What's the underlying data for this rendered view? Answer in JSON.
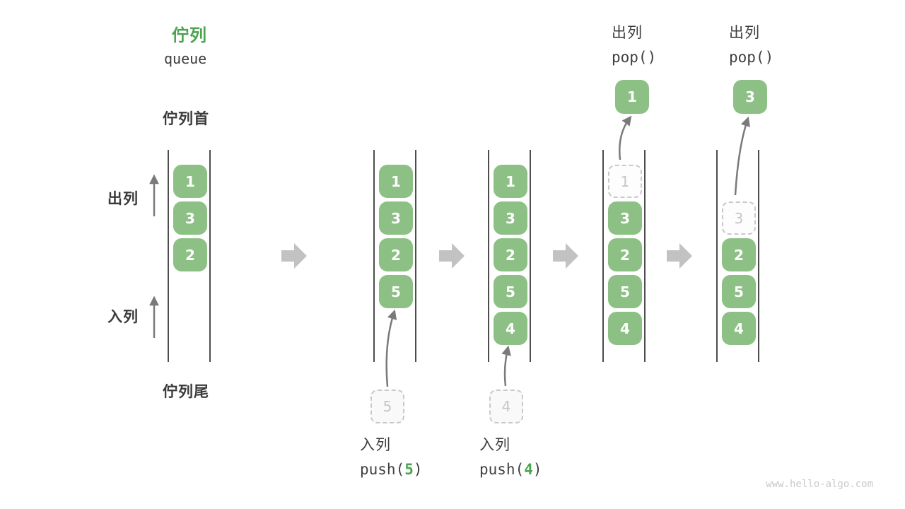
{
  "title": {
    "zh": "佇列",
    "en": "queue"
  },
  "labels": {
    "front": "佇列首",
    "rear": "佇列尾",
    "dequeue": "出列",
    "enqueue": "入列"
  },
  "queues": {
    "q1": {
      "cells": [
        "1",
        "3",
        "2"
      ]
    },
    "q2": {
      "cells": [
        "1",
        "3",
        "2",
        "5"
      ],
      "pending": "5"
    },
    "q3": {
      "cells": [
        "1",
        "3",
        "2",
        "5",
        "4"
      ],
      "pending": "4"
    },
    "q4": {
      "ghost": "1",
      "cells": [
        "3",
        "2",
        "5",
        "4"
      ]
    },
    "q5": {
      "ghost": "3",
      "cells": [
        "2",
        "5",
        "4"
      ]
    }
  },
  "operations": {
    "push5": {
      "label": "入列",
      "fn_open": "push(",
      "arg": "5",
      "fn_close": ")"
    },
    "push4": {
      "label": "入列",
      "fn_open": "push(",
      "arg": "4",
      "fn_close": ")"
    },
    "pop1": {
      "label": "出列",
      "fn": "pop()",
      "value": "1"
    },
    "pop2": {
      "label": "出列",
      "fn": "pop()",
      "value": "3"
    }
  },
  "watermark": "www.hello-algo.com",
  "colors": {
    "title_green": "#4ca350",
    "cell_green": "#8cc084",
    "block_arrow_gray": "#c2c2c2",
    "thin_arrow_gray": "#7a7a7a",
    "ghost_gray": "#c9c9c9",
    "text_dark": "#3c3c3c"
  }
}
